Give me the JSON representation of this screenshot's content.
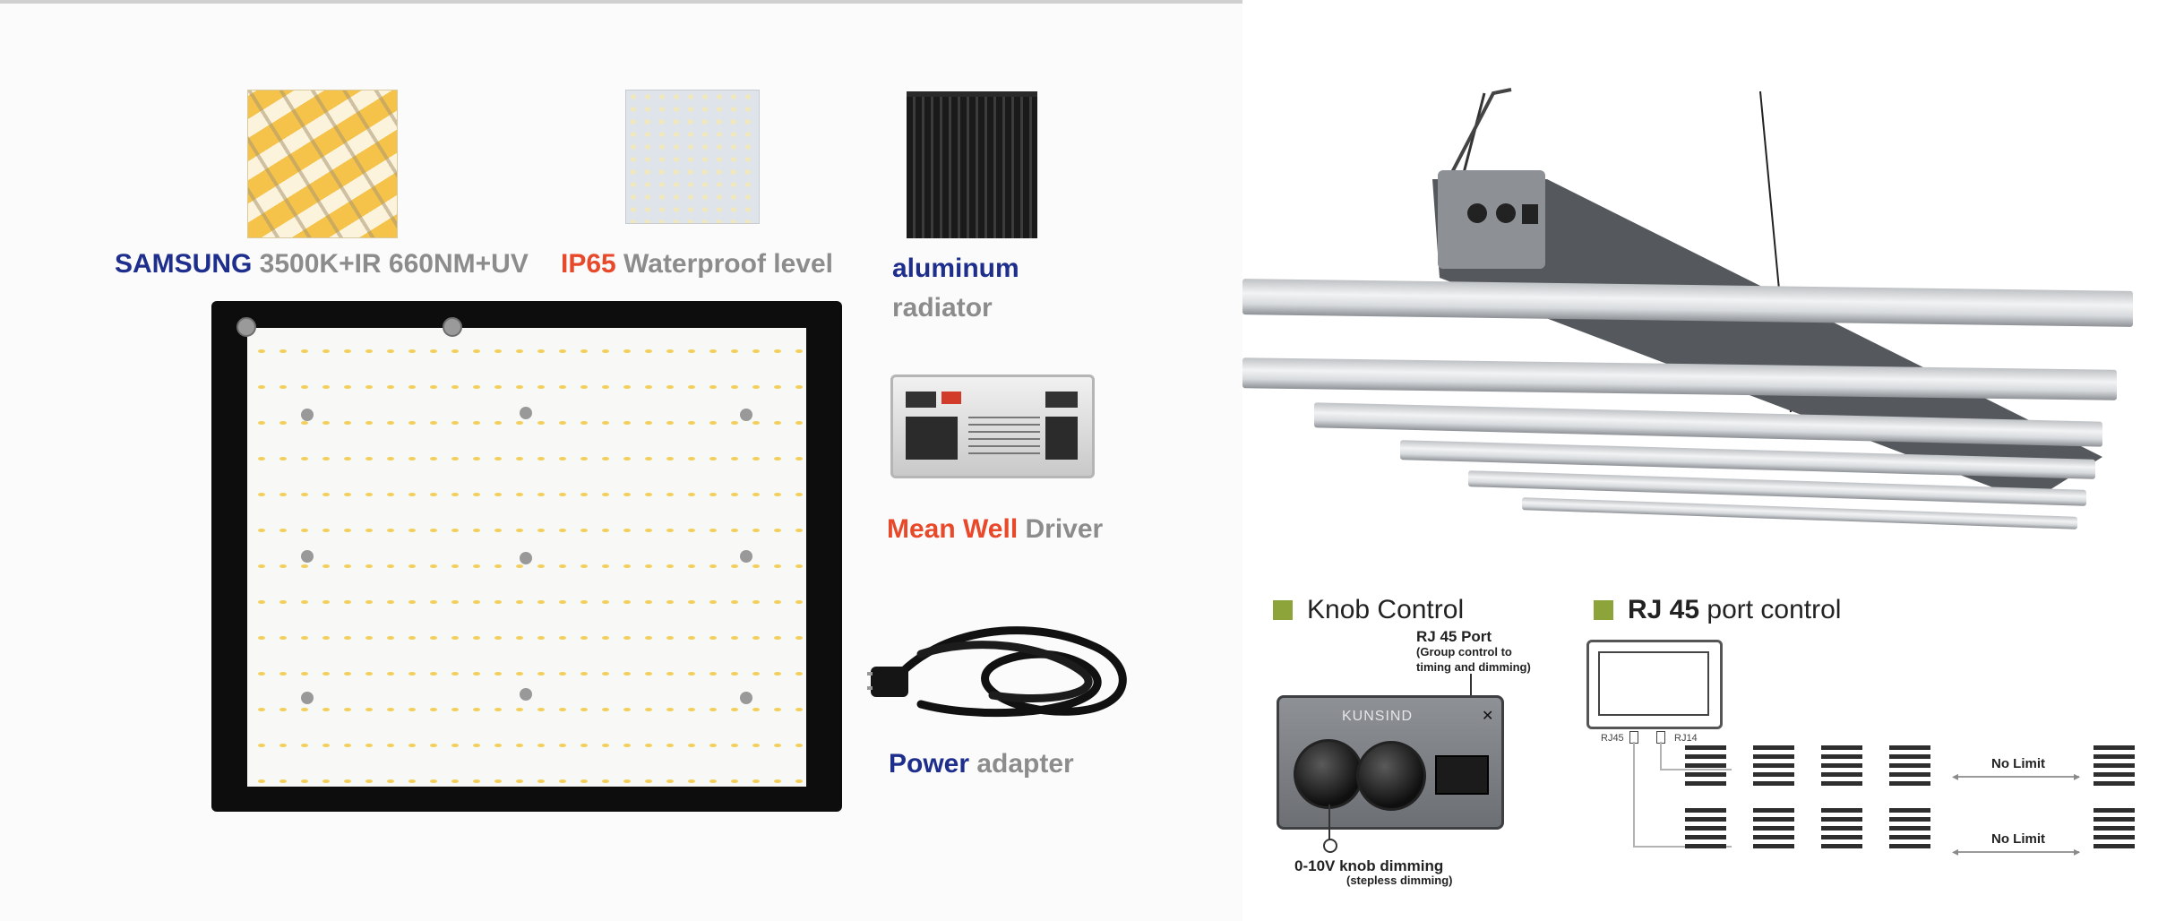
{
  "left_panel": {
    "features": [
      {
        "emphasis": "SAMSUNG",
        "rest": " 3500K+IR 660NM+UV"
      },
      {
        "emphasis": "IP65",
        "rest": " Waterproof level"
      },
      {
        "emphasis": "aluminum",
        "rest": "radiator"
      },
      {
        "emphasis": "Mean Well",
        "rest": " Driver"
      },
      {
        "emphasis": "Power",
        "rest": " adapter"
      }
    ]
  },
  "right_panel": {
    "knob_section": {
      "title": "Knob Control",
      "brand": "KUNSIND",
      "rj45_port_title": "RJ 45 Port",
      "rj45_port_desc_line1": "(Group control to",
      "rj45_port_desc_line2": "timing and dimming)",
      "dimming_title": "0-10V knob dimming",
      "dimming_sub": "(stepless dimming)"
    },
    "rj45_section": {
      "title_bold": "RJ 45",
      "title_rest": " port control",
      "label_rj45": "RJ45",
      "label_rj14": "RJ14",
      "no_limit_top": "No Limit",
      "no_limit_bottom": "No Limit"
    }
  },
  "colors": {
    "brand_blue": "#1e2e8c",
    "accent_red": "#e8492b",
    "bullet_green": "#8da43a"
  }
}
